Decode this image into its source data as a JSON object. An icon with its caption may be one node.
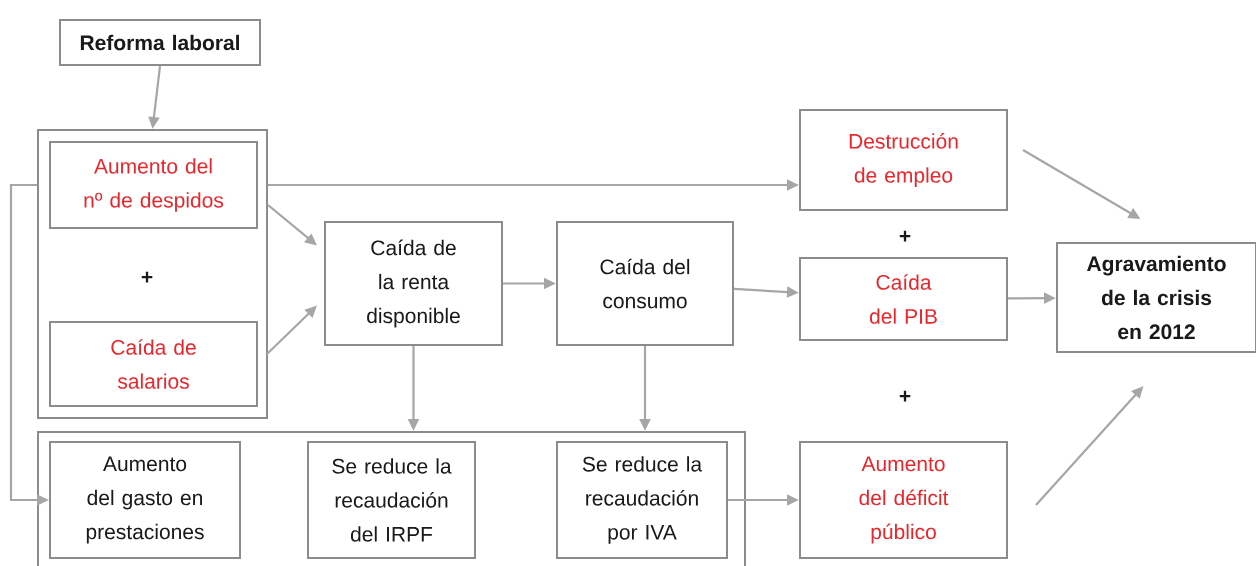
{
  "diagram": {
    "nodes": [
      {
        "text": [
          "Reforma laboral"
        ]
      },
      {
        "text": [],
        "shape": "box"
      },
      {
        "text": [
          "Aumento del nº de despidos"
        ],
        "in": 1
      },
      {
        "text": [
          "Caída de salarios"
        ],
        "in": 1
      },
      {
        "text": [
          "Caída de la renta disponible"
        ]
      },
      {
        "text": [
          "Caída del consumo"
        ]
      },
      {
        "text": [
          "Destrucción de empleo"
        ]
      },
      {
        "text": [
          "Caída del PIB"
        ]
      },
      {
        "text": [
          "Agravamiento de la crisis en 2012"
        ]
      },
      {
        "text": [],
        "shape": "box"
      },
      {
        "text": [
          "Aumento del gasto en prestaciones"
        ],
        "in": 9
      },
      {
        "text": [
          "Se reduce la recaudación del IRPF"
        ],
        "in": 9
      },
      {
        "text": [
          "Se reduce la recaudación por IVA"
        ],
        "in": 9
      },
      {
        "text": [
          "Aumento del déficit público"
        ]
      }
    ],
    "edges": [
      {
        "from": 0,
        "to": 1,
        "arrow": "to"
      },
      {
        "from": 2,
        "to": 6,
        "arrow": "to"
      },
      {
        "from": 2,
        "to": 4,
        "arrow": "to"
      },
      {
        "from": 3,
        "to": 4,
        "arrow": "to"
      },
      {
        "from": 4,
        "to": 5,
        "arrow": "to"
      },
      {
        "from": 5,
        "to": 7,
        "arrow": "to"
      },
      {
        "from": 7,
        "to": 8,
        "arrow": "to"
      },
      {
        "from": 6,
        "to": 8,
        "arrow": "to"
      },
      {
        "from": 13,
        "to": 8,
        "arrow": "to"
      },
      {
        "from": 4,
        "to": 11,
        "arrow": "to"
      },
      {
        "from": 5,
        "to": 12,
        "arrow": "to"
      },
      {
        "from": 12,
        "to": 13,
        "arrow": "to"
      },
      {
        "from": 1,
        "to": 10,
        "arrow": "to"
      }
    ],
    "labels": [
      "+",
      "+",
      "+"
    ]
  }
}
